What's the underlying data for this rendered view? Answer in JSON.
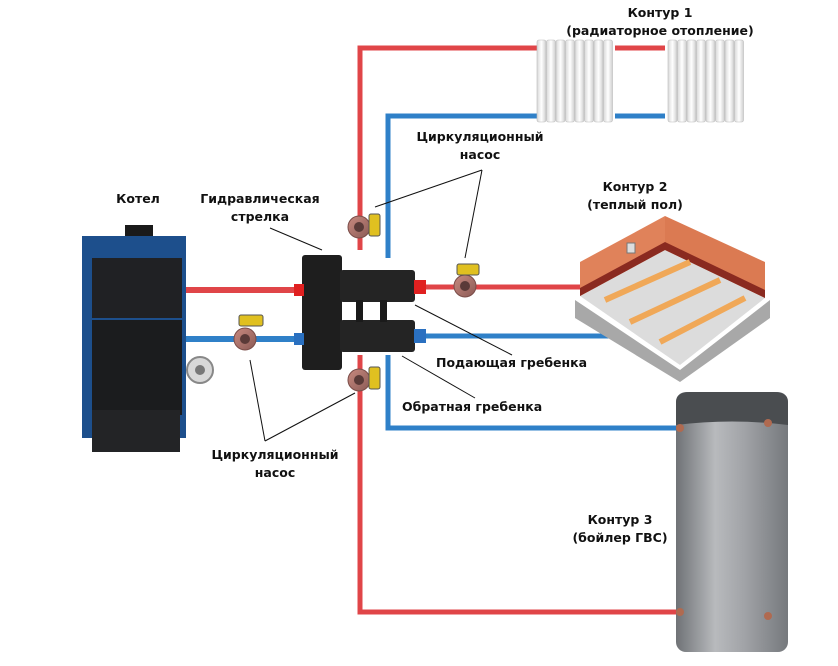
{
  "title": "Схема подключения котла через гидравлическую стрелку",
  "colors": {
    "supply_pipe": "#e04548",
    "return_pipe": "#2f80c8",
    "boiler_body": "#1f2022",
    "boiler_top": "#1d4f8c",
    "hydro_arrow": "#222222",
    "pump_body": "#b57870",
    "pump_box": "#e0c020",
    "tank_body": "#9a9ca0",
    "tank_cap": "#4a4d50",
    "brick": "#e0825a",
    "floor_strip": "#f0a858",
    "radiator": "#eeeeee"
  },
  "labels": {
    "contour1_title": "Контур 1",
    "contour1_sub": "(радиаторное отопление)",
    "contour2_title": "Контур 2",
    "contour2_sub": "(теплый пол)",
    "contour3_title": "Контур 3",
    "contour3_sub": "(бойлер ГВС)",
    "boiler": "Котел",
    "hydro_arrow_l1": "Гидравлическая",
    "hydro_arrow_l2": "стрелка",
    "pump_top_l1": "Циркуляционный",
    "pump_top_l2": "насос",
    "pump_bottom_l1": "Циркуляционный",
    "pump_bottom_l2": "насос",
    "supply_manifold": "Подающая гребенка",
    "return_manifold": "Обратная гребенка"
  }
}
